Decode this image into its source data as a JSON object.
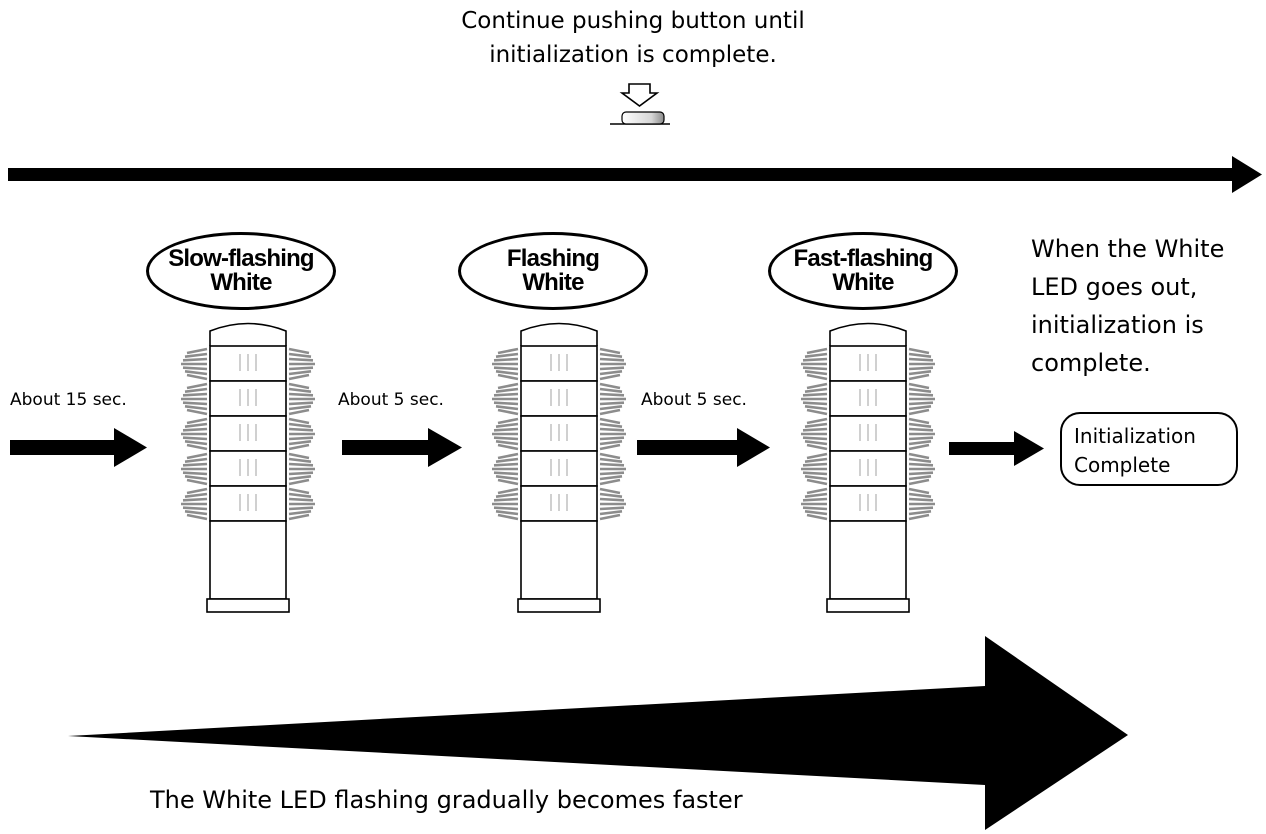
{
  "instruction": {
    "line1": "Continue pushing button until",
    "line2": "initialization is complete."
  },
  "stages": [
    {
      "line1": "Slow-flashing",
      "line2": "White",
      "duration_before": "About 15 sec."
    },
    {
      "line1": "Flashing",
      "line2": "White",
      "duration_before": "About 5 sec."
    },
    {
      "line1": "Fast-flashing",
      "line2": "White",
      "duration_before": "About 5 sec."
    }
  ],
  "completion_note": {
    "line1": "When the White",
    "line2": "LED goes out,",
    "line3": "initialization is",
    "line4": "complete."
  },
  "complete_box": {
    "line1": "Initialization",
    "line2": "Complete"
  },
  "bottom_caption": "The White LED flashing gradually becomes faster",
  "colors": {
    "ink": "#000000",
    "glow": "#8c8c8c",
    "button_shade": "#9a9a9a",
    "background": "#ffffff"
  }
}
